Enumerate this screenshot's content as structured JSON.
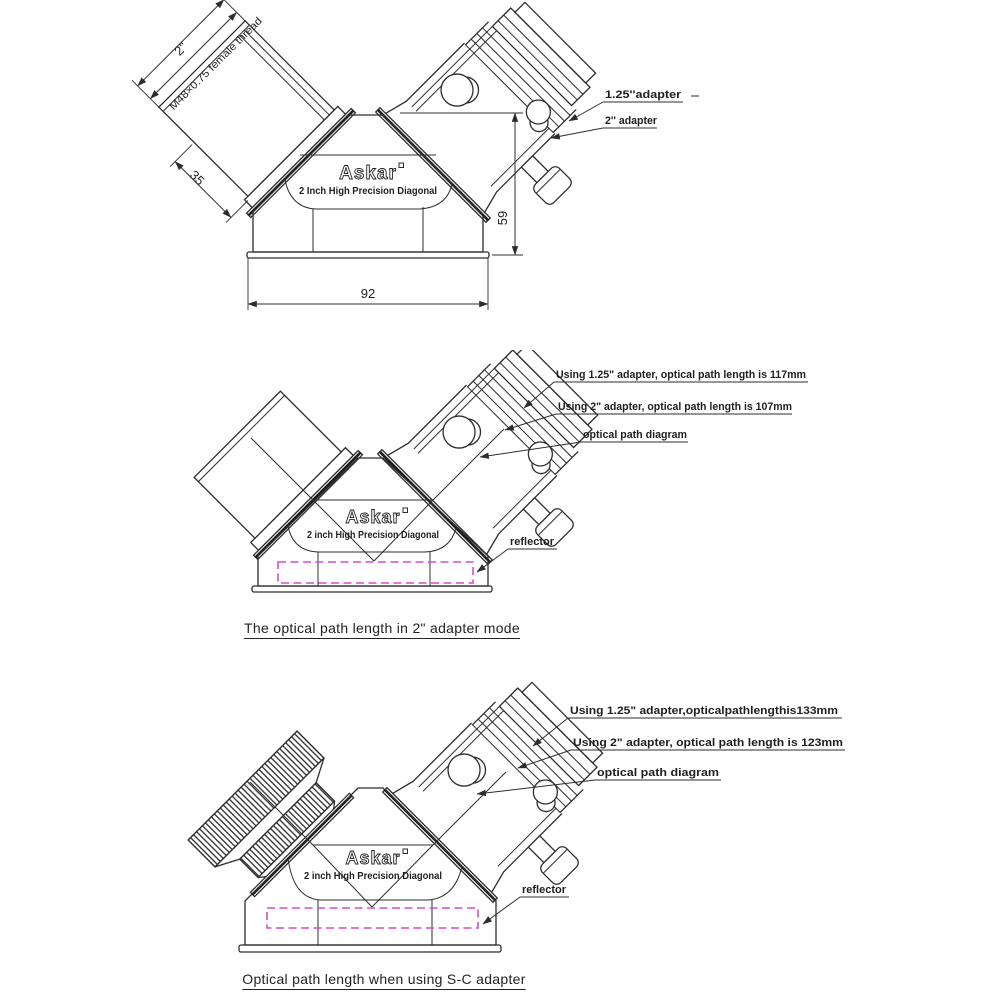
{
  "page": {
    "background": "#ffffff",
    "line_color": "#2d2d2d",
    "reflector_color": "#d44fc9"
  },
  "figure1": {
    "brand": "Askar",
    "product": "2 Inch High Precision Diagonal",
    "dims": {
      "diameter": "2''",
      "thread": "M48×0.75 female thread",
      "len35": "35",
      "h59": "59",
      "w92": "92"
    },
    "labels": {
      "adapter125": "1.25''adapter",
      "adapter2": "2'' adapter"
    }
  },
  "figure2": {
    "brand": "Askar",
    "product": "2 inch High Precision Diagonal",
    "annotations": {
      "path125": "Using 1.25\" adapter, optical path length is 117mm",
      "path2": "Using 2\" adapter, optical path length is 107mm",
      "diagram": "optical path diagram",
      "reflector": "reflector"
    },
    "caption": "The optical path length in 2\" adapter mode"
  },
  "figure3": {
    "brand": "Askar",
    "product": "2 inch High Precision Diagonal",
    "annotations": {
      "path125": "Using 1.25\" adapter,opticalpathlengthis133mm",
      "path2": "Using 2\" adapter, optical path length is 123mm",
      "diagram": "optical path diagram",
      "reflector": "reflector"
    },
    "caption": "Optical path length when using S-C adapter"
  }
}
